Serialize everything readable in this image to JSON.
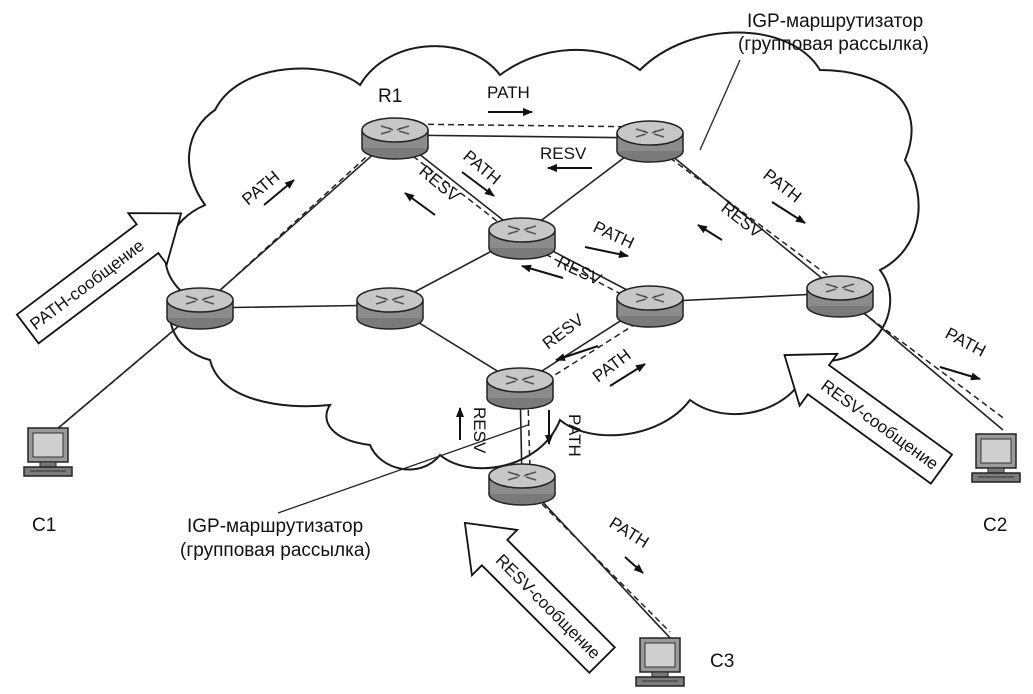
{
  "colors": {
    "cloud_stroke": "#1a1a1a",
    "router_top": "#c7c7c7",
    "router_side": "#8a8a8a",
    "link": "#222222",
    "computer_body": "#9a9a9a",
    "computer_screen": "#cfcfcf"
  },
  "icons": {
    "router": "router-icon",
    "computer": "computer-icon",
    "arrow": "arrow-icon"
  },
  "nodes": {
    "r1": "R1",
    "c1": "C1",
    "c2": "C2",
    "c3": "C3"
  },
  "messages": {
    "path": "PATH",
    "resv": "RESV"
  },
  "notes": {
    "igp_top_line1": "IGP-маршрутизатор",
    "igp_top_line2": "(групповая рассылка)",
    "igp_bottom_line1": "IGP-маршрутизатор",
    "igp_bottom_line2": "(групповая рассылка)"
  },
  "banners": {
    "path_message": "PATH-сообщение",
    "resv_message_c2": "RESV-сообщение",
    "resv_message_c3": "RESV-сообщение"
  }
}
